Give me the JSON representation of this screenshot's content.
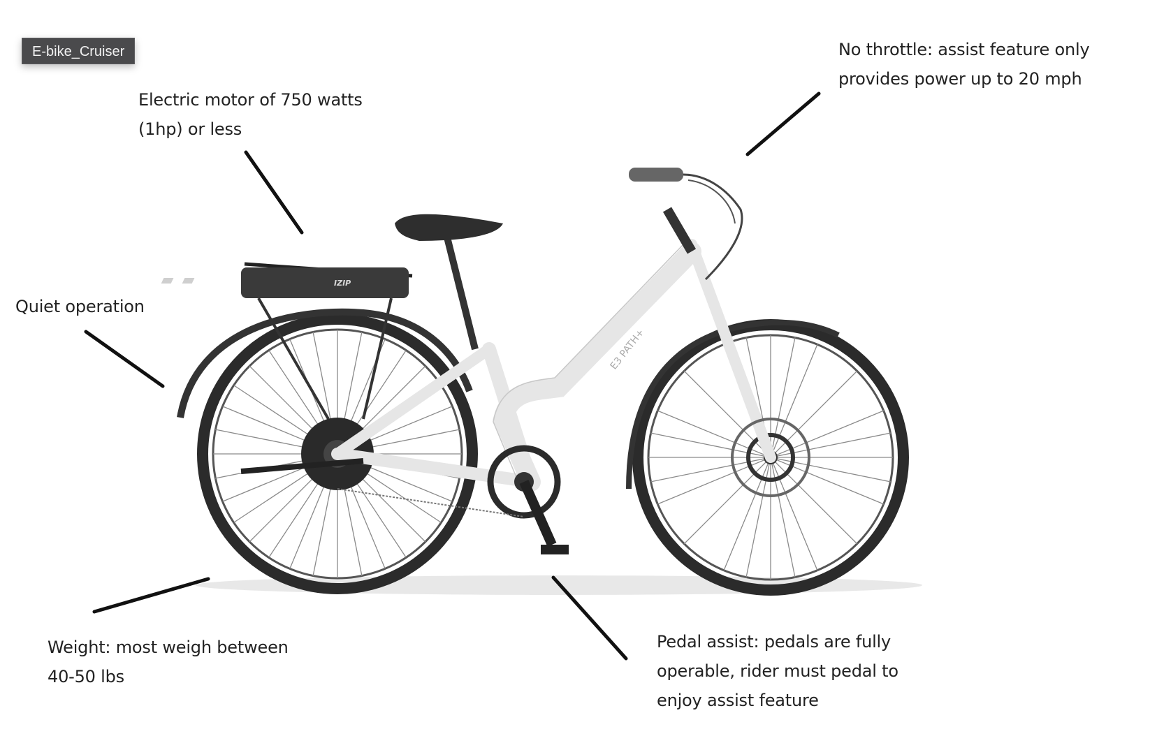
{
  "image_label": "E-bike_Cruiser",
  "annotations": {
    "throttle": {
      "line1": "No throttle: assist feature only",
      "line2": "provides power up to 20 mph"
    },
    "motor": {
      "line1": "Electric motor of 750 watts",
      "line2": "(1hp) or less"
    },
    "quiet": {
      "line1": "Quiet operation"
    },
    "weight": {
      "line1": "Weight: most weigh between",
      "line2": "40-50 lbs"
    },
    "pedal": {
      "line1": "Pedal assist: pedals are fully",
      "line2": "operable, rider must pedal to",
      "line3": "enjoy assist feature"
    }
  },
  "bike": {
    "battery_brand": "IZIP",
    "frame_brand": "E3 PATH+"
  },
  "colors": {
    "label_bg": "#4a4a4c",
    "frame": "#e9e9e9",
    "tire": "#2b2b2b",
    "line": "#111111"
  }
}
